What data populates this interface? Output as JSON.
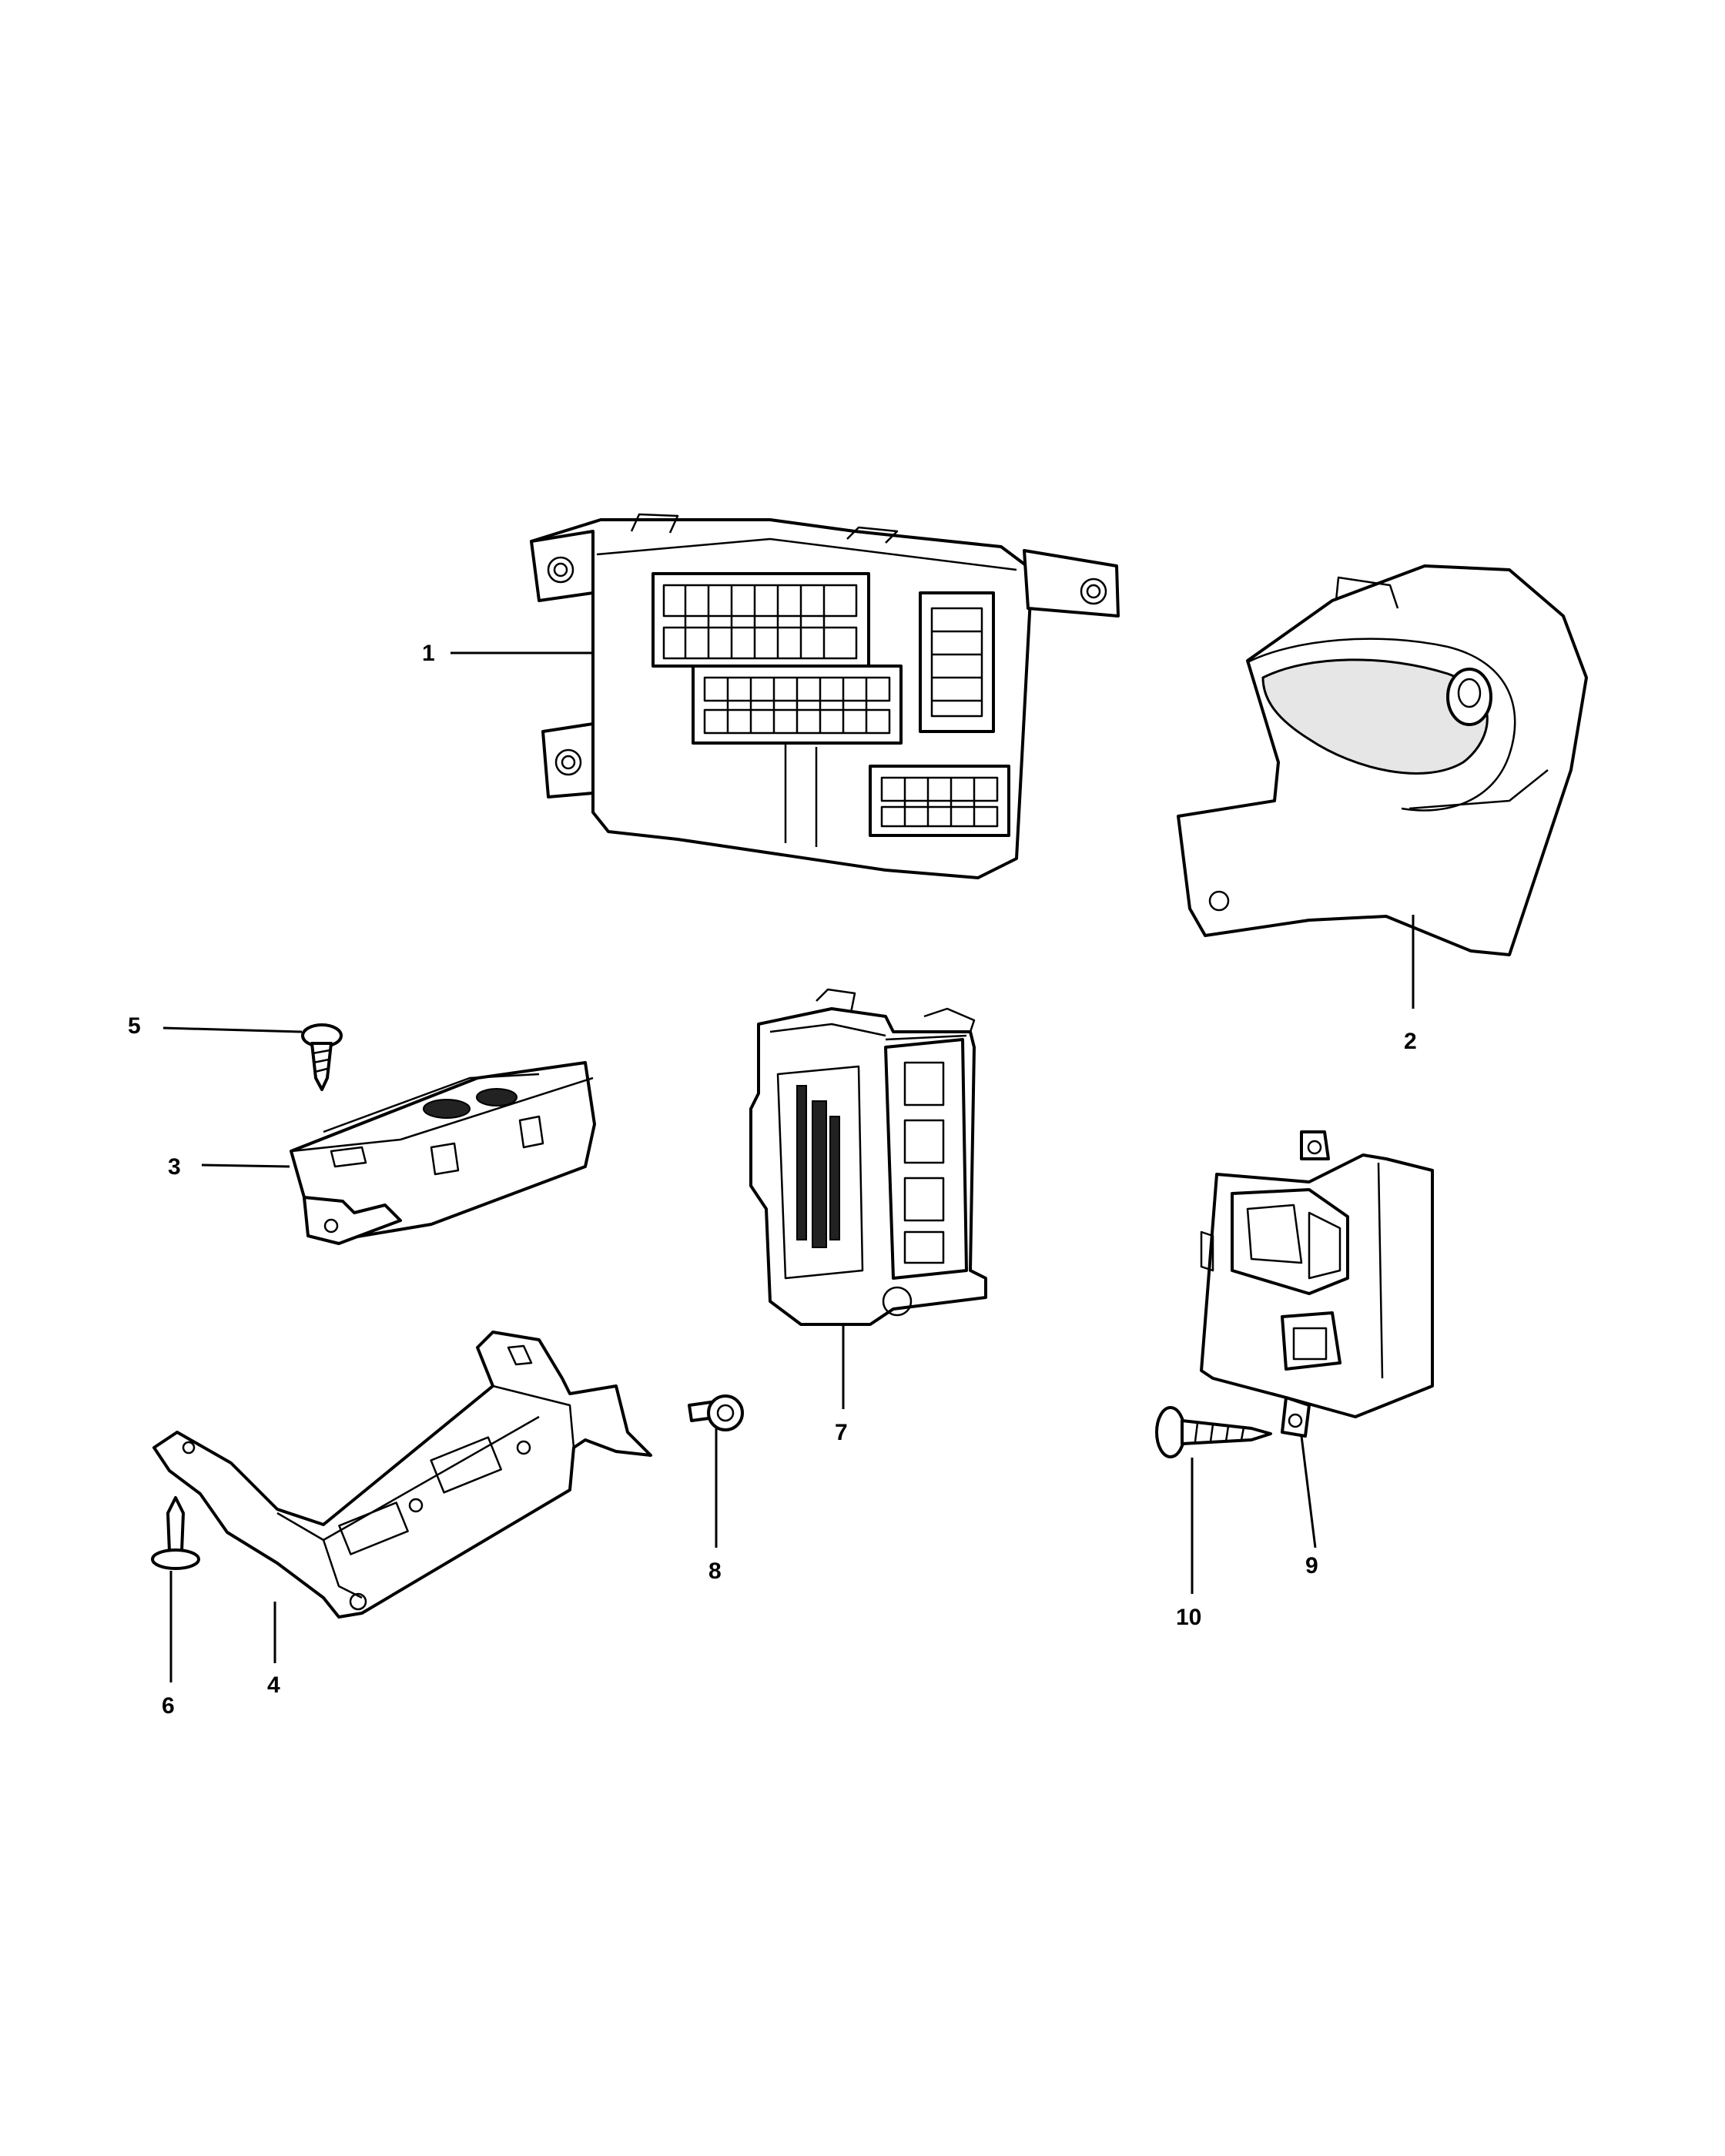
{
  "callouts": [
    "1",
    "2",
    "3",
    "4",
    "5",
    "6",
    "7",
    "8",
    "9",
    "10"
  ]
}
